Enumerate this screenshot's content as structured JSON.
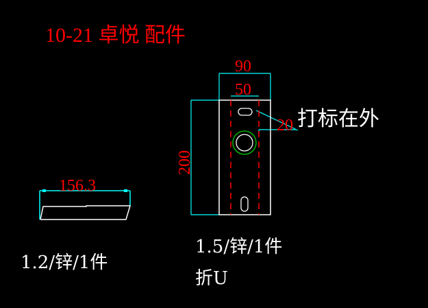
{
  "title": "10-21 卓悦 配件",
  "part_a": {
    "dimension_length": "156.3",
    "spec": "1.2/锌/1件"
  },
  "part_b": {
    "dimension_width": "90",
    "dimension_inner": "50",
    "dimension_height": "200",
    "dimension_offset": "20",
    "note": "打标在外",
    "spec": "1.5/锌/1件",
    "process": "折U"
  },
  "colors": {
    "dimension": "#00ffff",
    "text_red": "#ff0000",
    "outline": "#ffffff",
    "circle": "#00cc00",
    "bend": "#ff0000"
  }
}
